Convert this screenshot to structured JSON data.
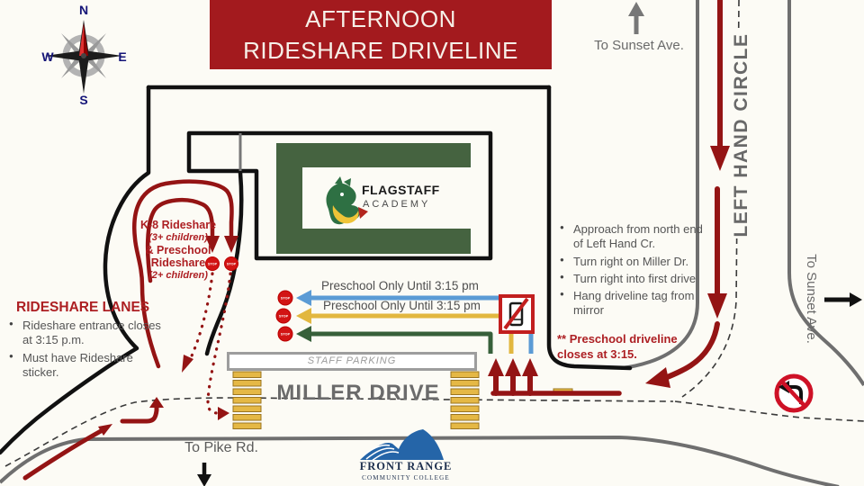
{
  "title": {
    "line1": "AFTERNOON",
    "line2": "RIDESHARE DRIVELINE"
  },
  "compass": {
    "n": "N",
    "s": "S",
    "e": "E",
    "w": "W"
  },
  "labels": {
    "to_sunset_top": "To Sunset Ave.",
    "left_hand_circle": "LEFT HAND CIRCLE",
    "to_sunset_right": "To Sunset Ave.",
    "to_pike": "To Pike Rd.",
    "miller_drive": "MILLER DRIVE",
    "staff_parking": "STAFF PARKING"
  },
  "school": {
    "logo_line1": "FLAGSTAFF",
    "logo_line2": "ACADEMY"
  },
  "k8_zone": {
    "line1": "K-8 Rideshare",
    "line2": "(3+ children)",
    "line3": "& Preschool",
    "line4": "Rideshare",
    "line5": "(2+ children)"
  },
  "rideshare_lanes": {
    "heading": "RIDESHARE LANES",
    "bullets": [
      "Rideshare entrance closes at 3:15 p.m.",
      "Must have Rideshare sticker."
    ]
  },
  "preschool_lanes": {
    "label1": "Preschool Only Until 3:15 pm",
    "label2": "Preschool Only Until 3:15 pm"
  },
  "directions": {
    "bullets": [
      "Approach from north end of Left Hand Cr.",
      "Turn right on Miller Dr.",
      "Turn right into first drive",
      "Hang driveline tag from mirror"
    ],
    "note_line1": "** Preschool driveline",
    "note_line2": "closes at 3:15."
  },
  "frcc": {
    "line1": "FRONT RANGE",
    "line2": "COMMUNITY COLLEGE"
  },
  "stop_sign_text": "STOP",
  "colors": {
    "banner_red": "#A31A1E",
    "route_red": "#941414",
    "text_red": "#AD1F23",
    "lane_blue": "#5B9BD5",
    "lane_yellow": "#E2B73F",
    "lane_green": "#37603A",
    "building_green": "#456340",
    "road_gray": "#6F6F6F"
  }
}
